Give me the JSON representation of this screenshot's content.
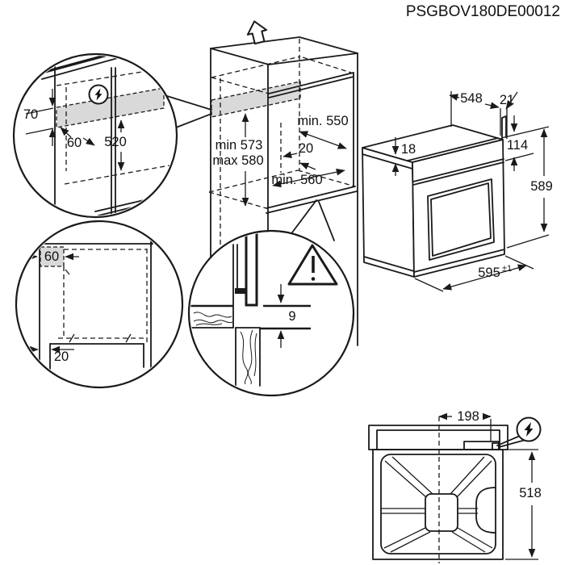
{
  "title": "PSGBOV180DE00012",
  "colors": {
    "line": "#1a1a1a",
    "shade": "#d9d9d9",
    "background": "#ffffff"
  },
  "cabinet_view": {
    "removal_arrow_icon": "hollow-up-arrow",
    "niche_depth_top": "min. 550",
    "niche_height_min": "min 573",
    "niche_height_max": "max 580",
    "back_panel_gap": "20",
    "niche_depth_bottom": "min. 560"
  },
  "detail_electrical": {
    "icon": "lightning-bolt-circle",
    "connection_zone_height": "70",
    "connection_zone_offset": "60",
    "clearance_below": "520"
  },
  "detail_plan_view": {
    "connection_zone_depth": "60",
    "shelf_setback": "20"
  },
  "detail_door_section": {
    "icon": "warning-triangle",
    "front_gap": "9"
  },
  "oven_view": {
    "body_depth": "548",
    "rear_offset": "21",
    "top_edge_height": "18",
    "control_panel_height": "114",
    "body_height": "589",
    "body_width": "595",
    "body_width_tolerance": "±1"
  },
  "rear_view": {
    "icon": "lightning-bolt-circle",
    "connection_offset_from_center": "198",
    "rear_panel_height": "518"
  }
}
